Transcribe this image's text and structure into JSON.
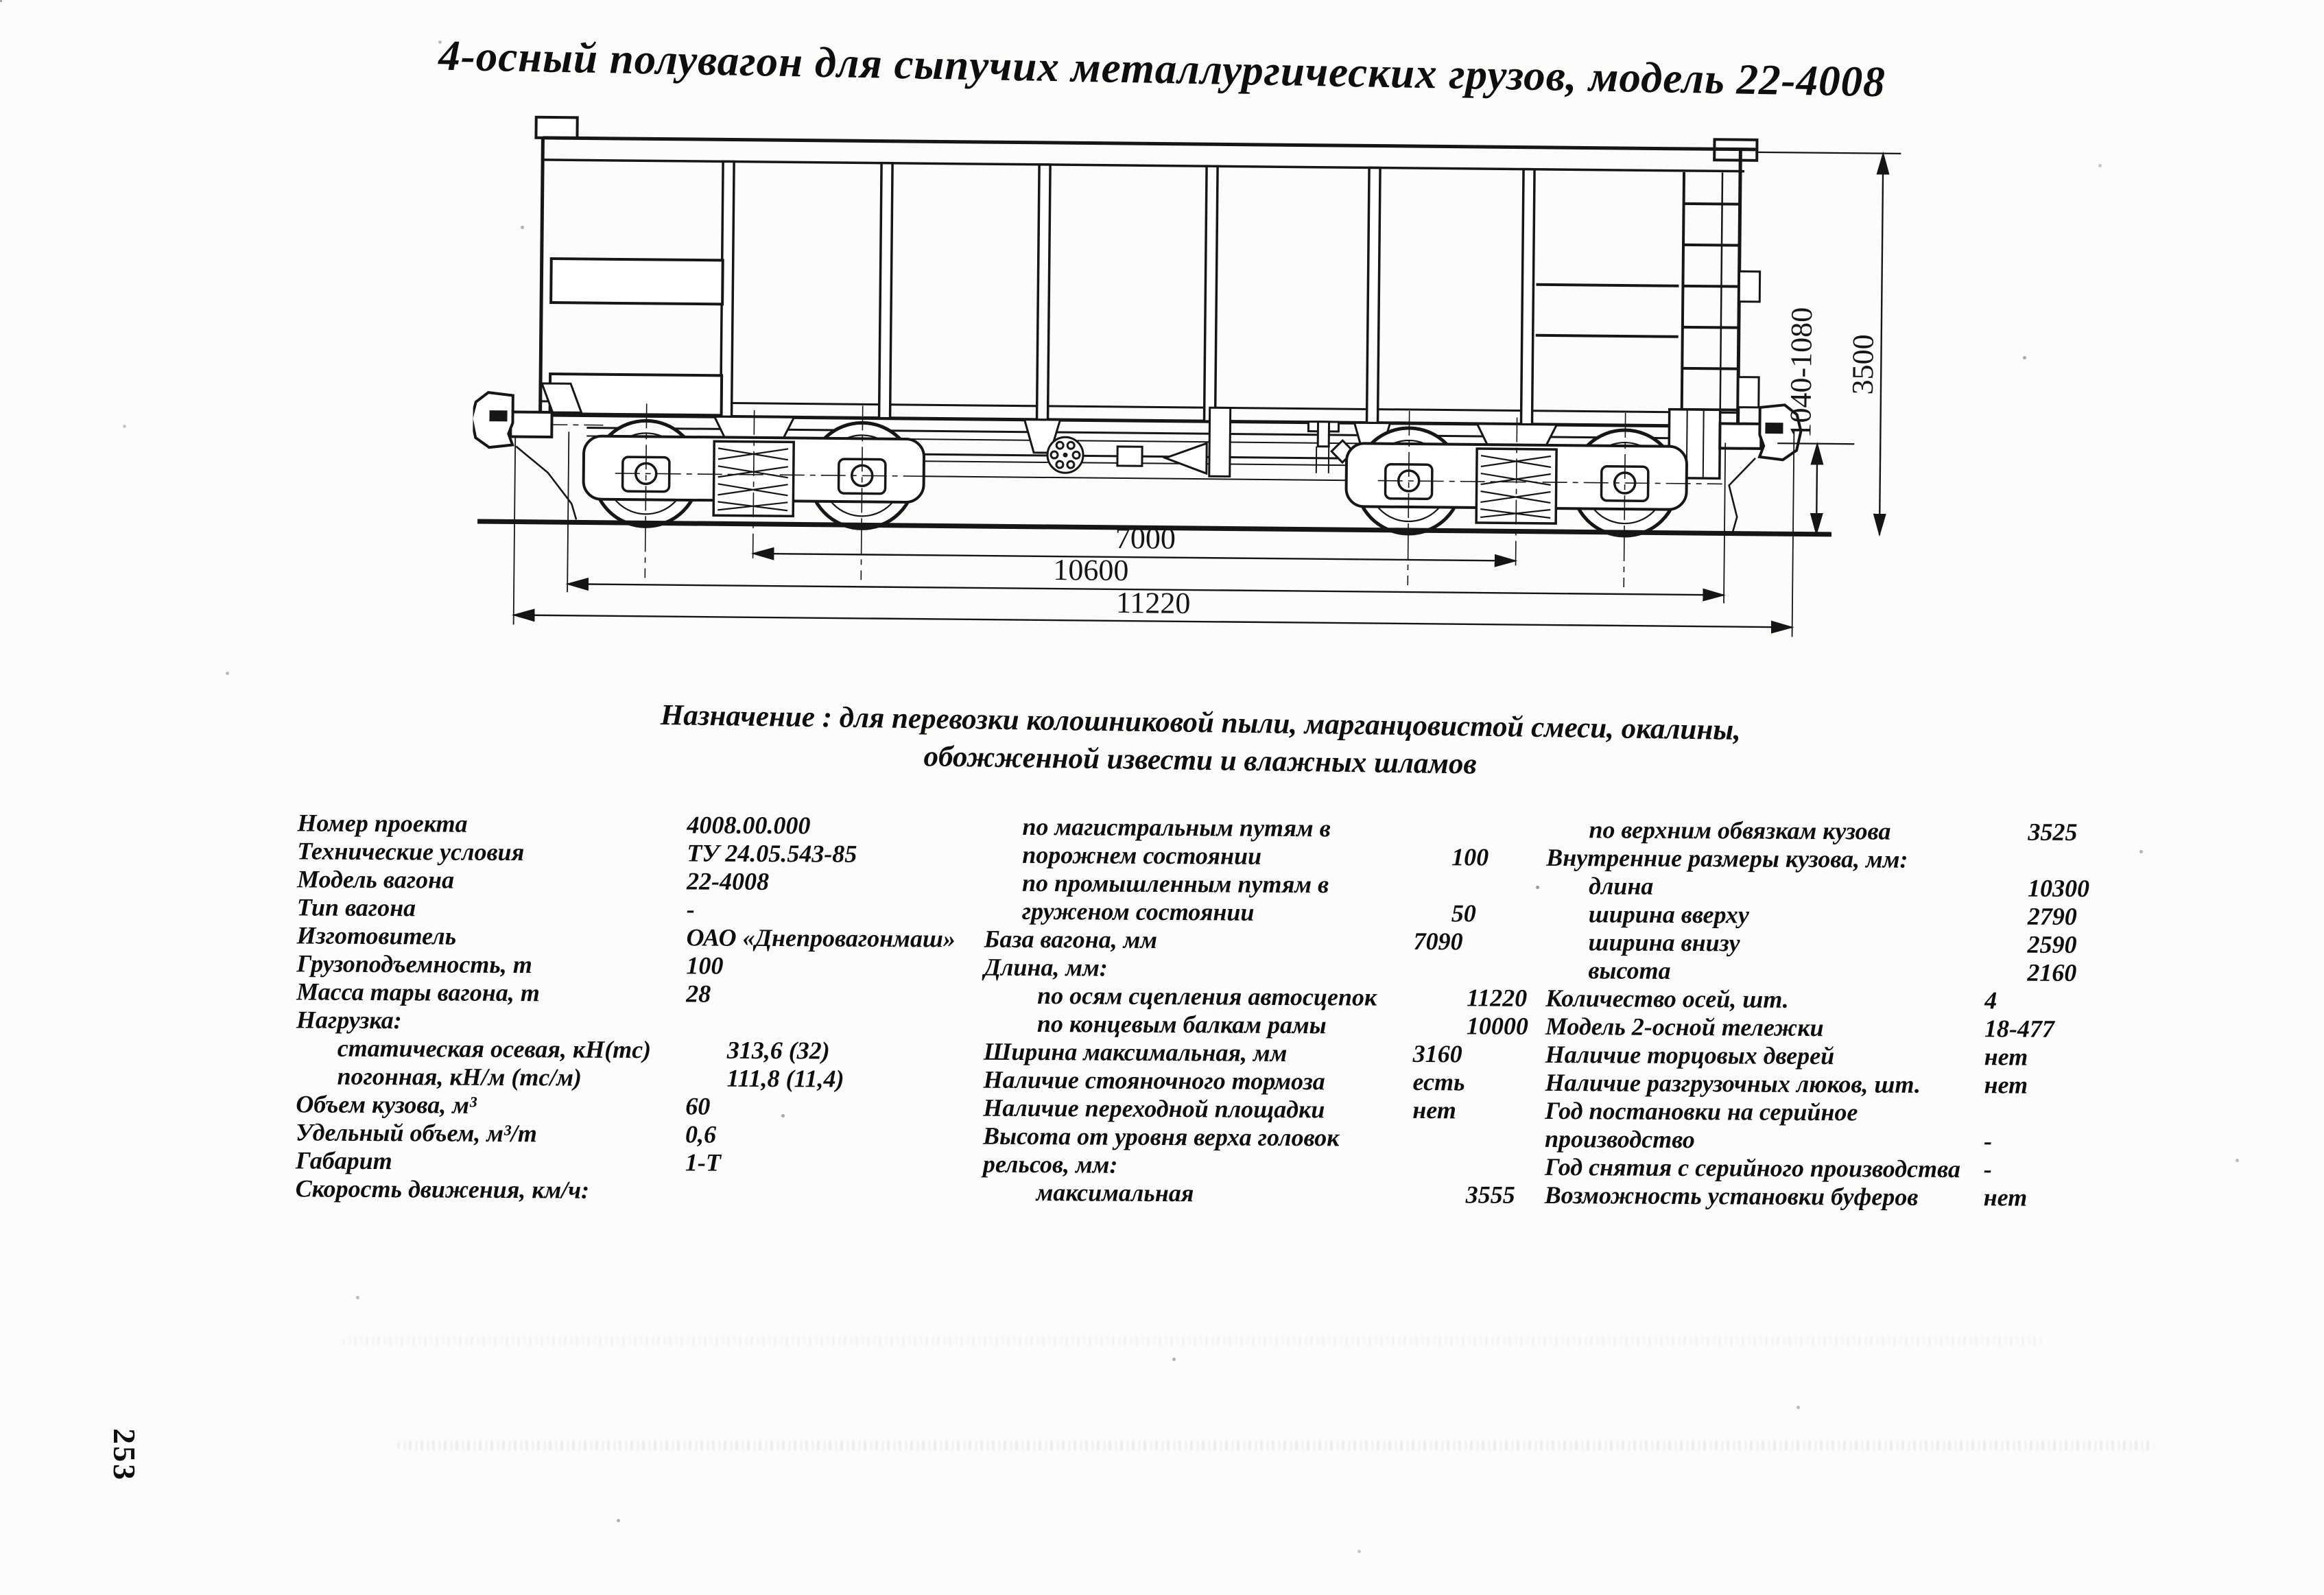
{
  "title": "4-осный полувагон для сыпучих металлургических грузов, модель 22-4008",
  "purpose": {
    "line1": "Назначение : для перевозки колошниковой пыли, марганцовистой смеси, окалины,",
    "line2": "обожженной извести и влажных шламов"
  },
  "drawing": {
    "dims": {
      "bogie_centers": "7000",
      "frame_length": "10600",
      "coupler_length": "11220",
      "coupler_height": "1040-1080",
      "overall_height": "3500"
    }
  },
  "specs": {
    "col1": [
      {
        "label": "Номер проекта",
        "value": "4008.00.000",
        "indent": 0
      },
      {
        "label": "Технические условия",
        "value": "ТУ 24.05.543-85",
        "indent": 0
      },
      {
        "label": "Модель вагона",
        "value": "22-4008",
        "indent": 0
      },
      {
        "label": "Тип вагона",
        "value": "-",
        "indent": 0
      },
      {
        "label": "Изготовитель",
        "value": "ОАО «Днепровагонмаш»",
        "indent": 0
      },
      {
        "label": "Грузоподъемность, т",
        "value": "100",
        "indent": 0
      },
      {
        "label": "Масса тары вагона, т",
        "value": "28",
        "indent": 0
      },
      {
        "label": "Нагрузка:",
        "value": "",
        "indent": 0
      },
      {
        "label": "статическая осевая, кН(тс)",
        "value": "313,6 (32)",
        "indent": 60
      },
      {
        "label": "погонная, кН/м (тс/м)",
        "value": "111,8 (11,4)",
        "indent": 60
      },
      {
        "label": "Объем кузова, м³",
        "value": "60",
        "indent": 0
      },
      {
        "label": "Удельный объем, м³/т",
        "value": "0,6",
        "indent": 0
      },
      {
        "label": "Габарит",
        "value": "1-Т",
        "indent": 0
      },
      {
        "label": "Скорость движения, км/ч:",
        "value": "",
        "indent": 0
      }
    ],
    "col2": [
      {
        "label": "по магистральным путям  в",
        "value": "",
        "indent": 55
      },
      {
        "label": "порожнем состоянии",
        "value": "100",
        "indent": 55
      },
      {
        "label": "по промышленным путям в",
        "value": "",
        "indent": 55
      },
      {
        "label": "груженом состоянии",
        "value": "50",
        "indent": 55
      },
      {
        "label": "База вагона, мм",
        "value": "7090",
        "indent": 0
      },
      {
        "label": "Длина, мм:",
        "value": "",
        "indent": 0
      },
      {
        "label": "по осям сцепления автосцепок",
        "value": "11220",
        "indent": 78
      },
      {
        "label": "по концевым балкам рамы",
        "value": "10000",
        "indent": 78
      },
      {
        "label": "Ширина максимальная, мм",
        "value": "3160",
        "indent": 0
      },
      {
        "label": "Наличие стояночного тормоза",
        "value": "есть",
        "indent": 0
      },
      {
        "label": "Наличие переходной площадки",
        "value": "нет",
        "indent": 0
      },
      {
        "label": "Высота от уровня верха головок",
        "value": "",
        "indent": 0
      },
      {
        "label": "рельсов, мм:",
        "value": "",
        "indent": 0
      },
      {
        "label": "максимальная",
        "value": "3555",
        "indent": 78
      }
    ],
    "col3": [
      {
        "label": "по верхним обвязкам кузова",
        "value": "3525",
        "indent": 62
      },
      {
        "label": "Внутренние размеры кузова, мм:",
        "value": "",
        "indent": 0
      },
      {
        "label": "длина",
        "value": "10300",
        "indent": 62
      },
      {
        "label": "ширина вверху",
        "value": "2790",
        "indent": 62
      },
      {
        "label": "ширина внизу",
        "value": "2590",
        "indent": 62
      },
      {
        "label": "высота",
        "value": "2160",
        "indent": 62
      },
      {
        "label": "Количество осей, шт.",
        "value": "4",
        "indent": 0
      },
      {
        "label": "Модель 2-осной тележки",
        "value": "18-477",
        "indent": 0
      },
      {
        "label": "Наличие торцовых дверей",
        "value": "нет",
        "indent": 0
      },
      {
        "label": "Наличие разгрузочных люков, шт.",
        "value": "нет",
        "indent": 0
      },
      {
        "label": "Год постановки на серийное",
        "value": "",
        "indent": 0
      },
      {
        "label": "производство",
        "value": "-",
        "indent": 0
      },
      {
        "label": "Год снятия с серийного производства",
        "value": "-",
        "indent": 0
      },
      {
        "label": "Возможность установки буферов",
        "value": "нет",
        "indent": 0
      }
    ]
  },
  "page_number": "253"
}
